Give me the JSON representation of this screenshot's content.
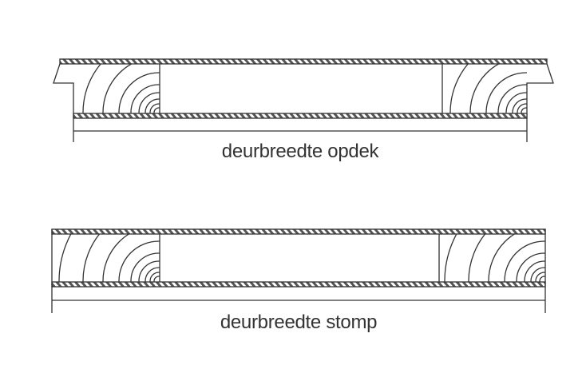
{
  "diagrams": [
    {
      "id": "opdek",
      "label": "deurbreedte opdek"
    },
    {
      "id": "stomp",
      "label": "deurbreedte stomp"
    }
  ],
  "colors": {
    "line": "#333333",
    "hatch": "#555555"
  }
}
